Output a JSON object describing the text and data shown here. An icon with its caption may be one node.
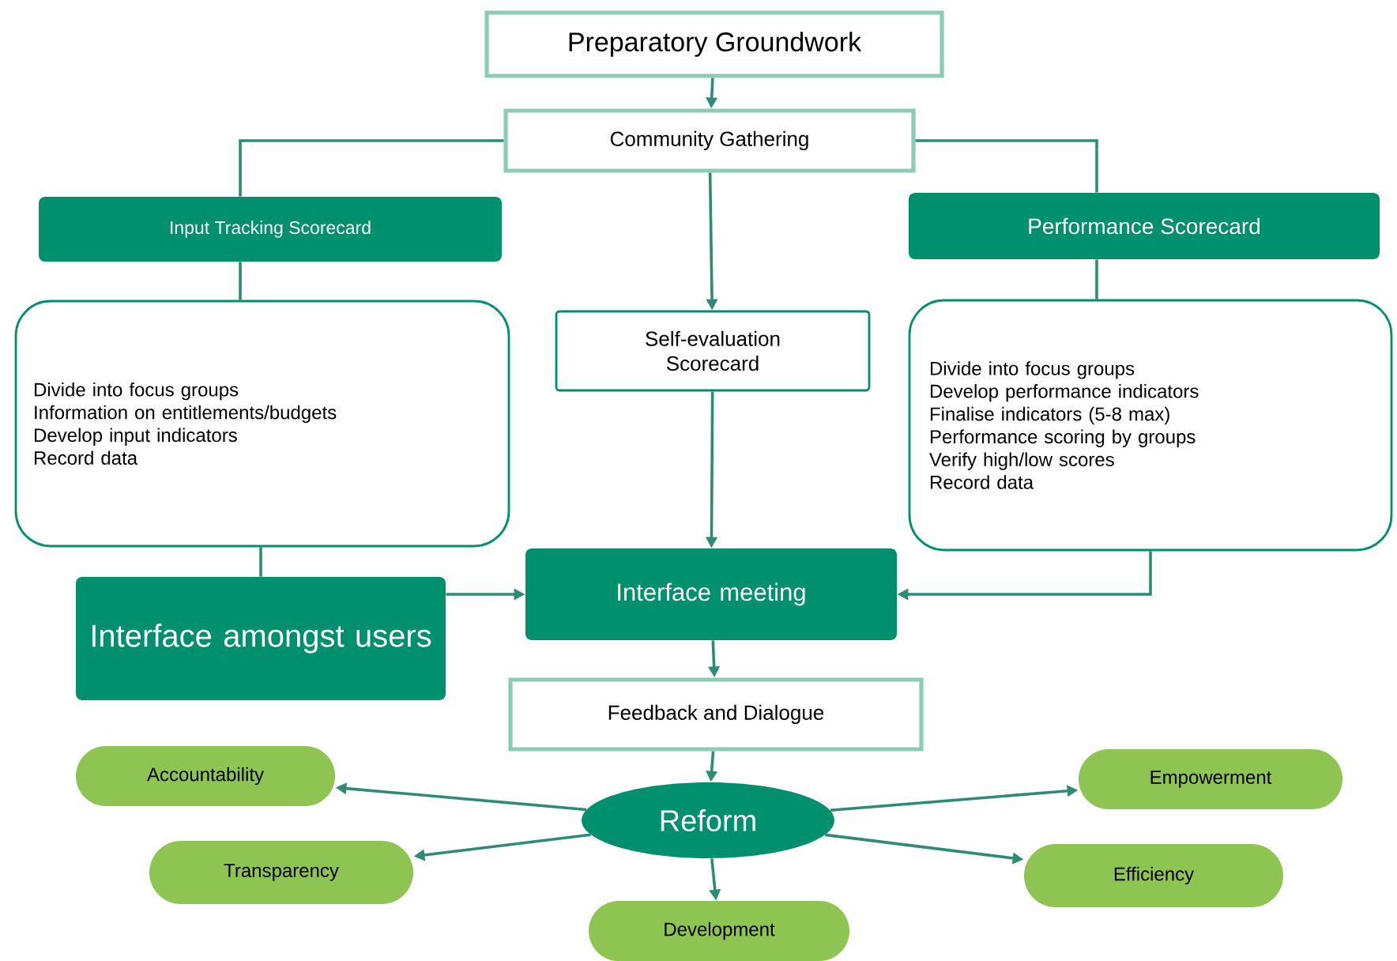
{
  "diagram": {
    "nodes": [
      {
        "text": [
          "Preparatory Groundwork"
        ]
      },
      {
        "text": [
          "Community Gathering"
        ]
      },
      {
        "text": [
          "Input Tracking Scorecard"
        ]
      },
      {
        "text": [
          "Performance Scorecard"
        ]
      },
      {
        "text": [
          "Divide into focus groups",
          "Information on entitlements/budgets",
          "Develop input indicators",
          "Record data"
        ]
      },
      {
        "text": [
          "Self-evaluation Scorecard"
        ]
      },
      {
        "text": [
          "Divide into focus groups",
          "Develop performance indicators",
          "Finalise indicators (5-8 max)",
          "Performance scoring by groups",
          "Verify high/low scores",
          "Record data"
        ]
      },
      {
        "text": [
          "Interface amongst users"
        ]
      },
      {
        "text": [
          "Interface meeting"
        ]
      },
      {
        "text": [
          "Feedback and Dialogue"
        ]
      },
      {
        "text": [
          "Reform"
        ]
      },
      {
        "text": [
          "Accountability"
        ]
      },
      {
        "text": [
          "Transparency"
        ]
      },
      {
        "text": [
          "Development"
        ]
      },
      {
        "text": [
          "Empowerment"
        ]
      },
      {
        "text": [
          "Efficiency"
        ]
      }
    ],
    "edges": [
      {
        "from": 0,
        "to": 1,
        "arrow": "to"
      },
      {
        "from": 1,
        "to": 2,
        "arrow": "none"
      },
      {
        "from": 1,
        "to": 3,
        "arrow": "none"
      },
      {
        "from": 1,
        "to": 5,
        "arrow": "to"
      },
      {
        "from": 2,
        "to": 4,
        "arrow": "none"
      },
      {
        "from": 3,
        "to": 6,
        "arrow": "none"
      },
      {
        "from": 4,
        "to": 7,
        "arrow": "none"
      },
      {
        "from": 5,
        "to": 8,
        "arrow": "to"
      },
      {
        "from": 7,
        "to": 8,
        "arrow": "to"
      },
      {
        "from": 6,
        "to": 8,
        "arrow": "to"
      },
      {
        "from": 8,
        "to": 9,
        "arrow": "to"
      },
      {
        "from": 9,
        "to": 10,
        "arrow": "to"
      },
      {
        "from": 10,
        "to": 11,
        "arrow": "to"
      },
      {
        "from": 10,
        "to": 12,
        "arrow": "to"
      },
      {
        "from": 10,
        "to": 13,
        "arrow": "to"
      },
      {
        "from": 10,
        "to": 14,
        "arrow": "to"
      },
      {
        "from": 10,
        "to": 15,
        "arrow": "to"
      }
    ]
  }
}
